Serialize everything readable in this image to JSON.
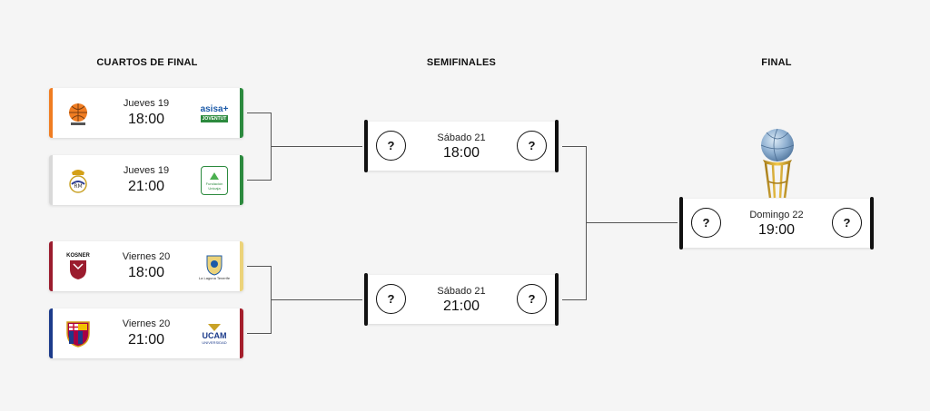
{
  "headers": {
    "quarters": "CUARTOS DE FINAL",
    "semis": "SEMIFINALES",
    "final": "FINAL"
  },
  "quarters": [
    {
      "day": "Jueves 19",
      "time": "18:00",
      "home_logo": "valencia-basket-logo",
      "away_logo": "asisa-joventut-logo",
      "home_color": "#f07d22",
      "away_color": "#2c8a3e",
      "away_text_1": "asisa+",
      "away_text_2": "JOVENTUT"
    },
    {
      "day": "Jueves 19",
      "time": "21:00",
      "home_logo": "real-madrid-logo",
      "away_logo": "unicaja-logo",
      "home_color": "#d9d9d9",
      "away_color": "#2c8a3e",
      "away_text_1": "Fundación",
      "away_text_2": "Unicaja"
    },
    {
      "day": "Viernes 20",
      "time": "18:00",
      "home_logo": "baskonia-logo",
      "away_logo": "la-laguna-tenerife-logo",
      "home_color": "#9b1c2e",
      "away_color": "#ecd37a",
      "home_text": "KOSNER",
      "away_text": "La Laguna Tenerife"
    },
    {
      "day": "Viernes 20",
      "time": "21:00",
      "home_logo": "fc-barcelona-logo",
      "away_logo": "ucam-murcia-logo",
      "home_color": "#1c3b8b",
      "away_color": "#a41f2c",
      "away_text_1": "UCAM",
      "away_text_2": "UNIVERSIDAD"
    }
  ],
  "semis": [
    {
      "day": "Sábado 21",
      "time": "18:00",
      "unknown": "?"
    },
    {
      "day": "Sábado 21",
      "time": "21:00",
      "unknown": "?"
    }
  ],
  "final": {
    "day": "Domingo 22",
    "time": "19:00",
    "unknown": "?",
    "trophy": "copa-del-rey-trophy-icon"
  }
}
